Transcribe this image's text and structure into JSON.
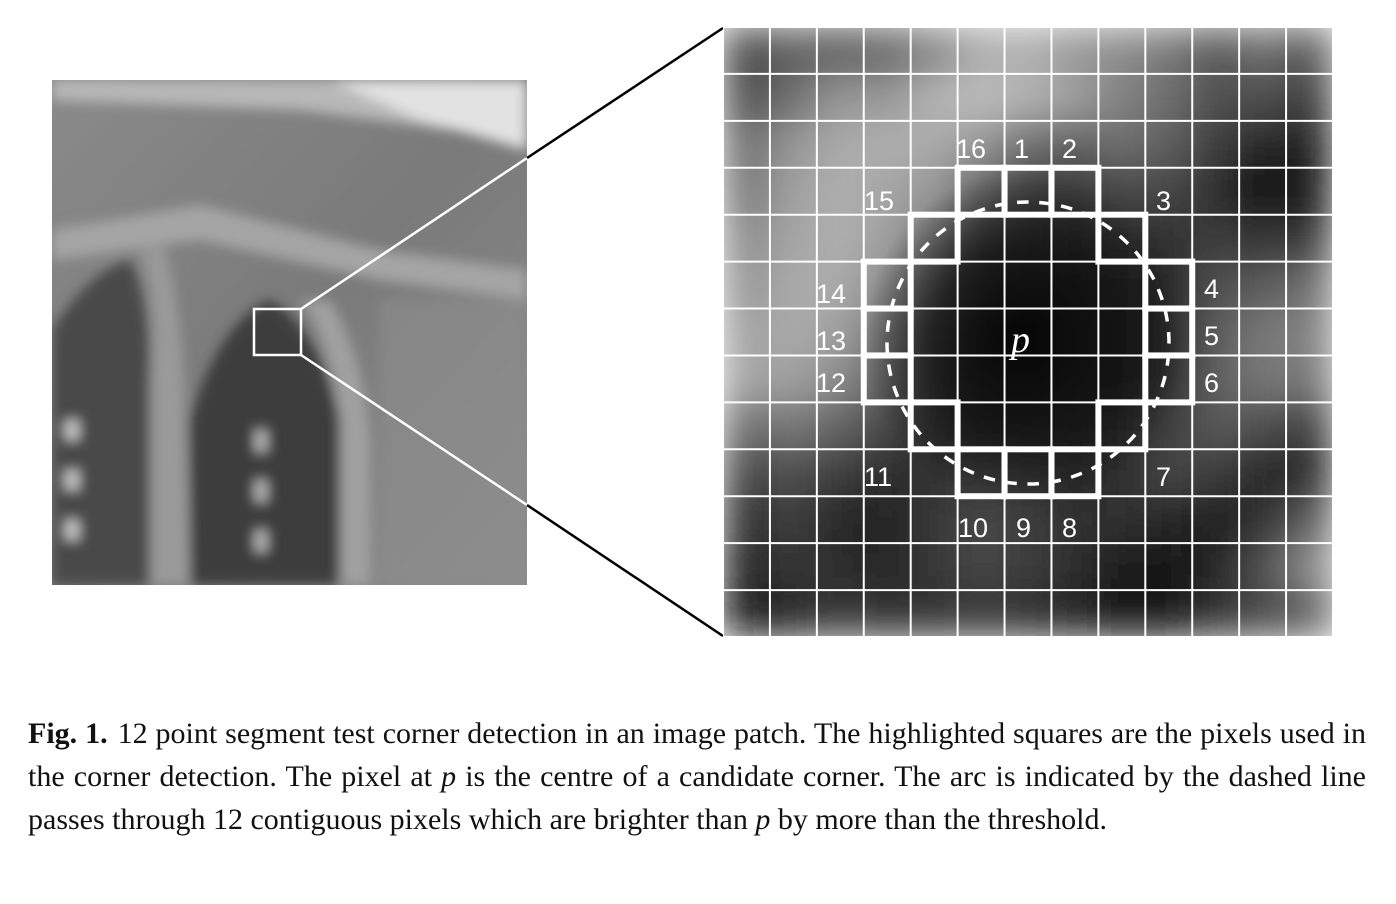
{
  "figure": {
    "point_labels": [
      "1",
      "2",
      "3",
      "4",
      "5",
      "6",
      "7",
      "8",
      "9",
      "10",
      "11",
      "12",
      "13",
      "14",
      "15",
      "16"
    ],
    "center_label": "p"
  },
  "caption": {
    "label": "Fig. 1.",
    "part1": "12 point segment test corner detection in an image patch. The highlighted squares are the pixels used in the corner detection. The pixel at",
    "var1": "p",
    "part2": "is the centre of a candidate corner. The arc is indicated by the dashed line passes through 12 contiguous pixels which are brighter than",
    "var2": "p",
    "part3": "by more than the threshold."
  }
}
